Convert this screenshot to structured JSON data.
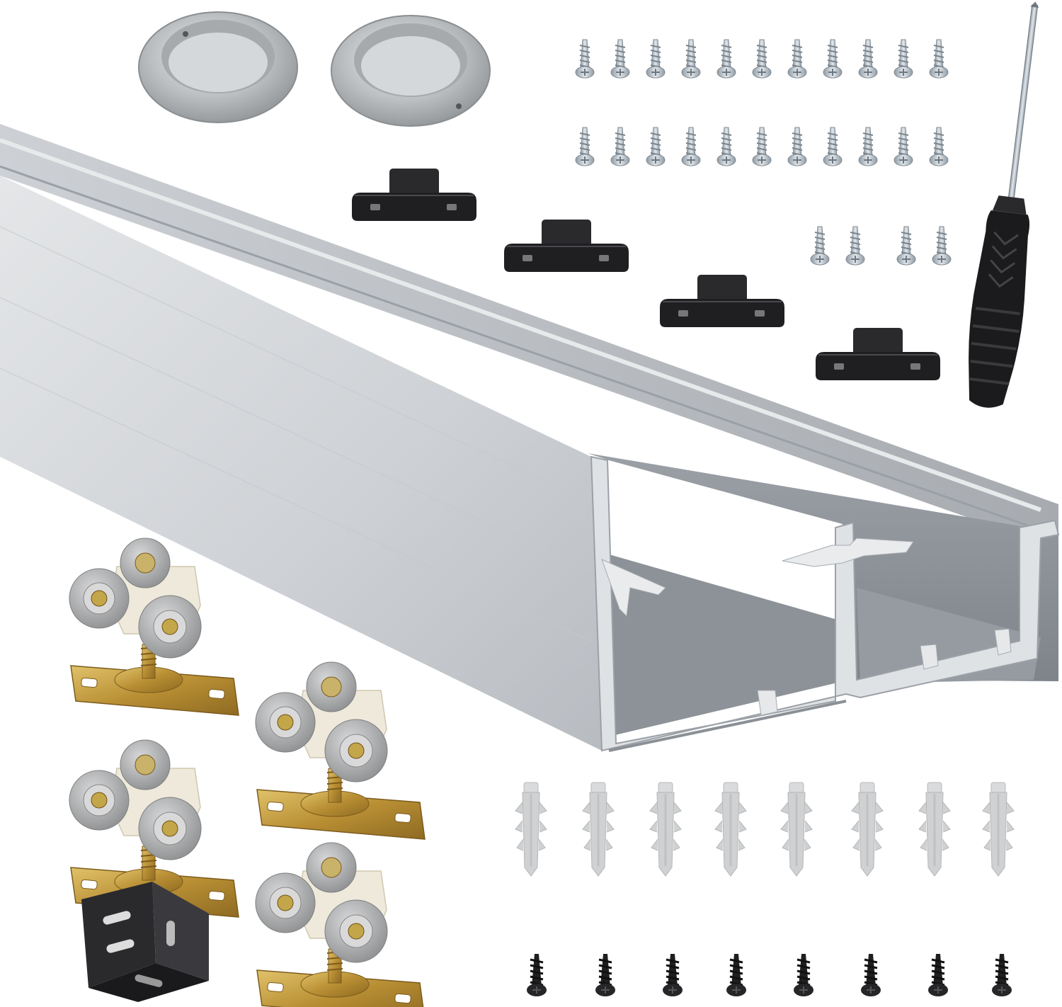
{
  "image": {
    "kind": "product-photo",
    "background": "#ffffff",
    "visible_text": ""
  },
  "colors": {
    "track_light": "#d9dcdf",
    "track_face": "#c7cbd0",
    "track_dark": "#8d9298",
    "track_shadow": "#6f747a",
    "black_plastic": "#1c1c1e",
    "zinc": "#b9c2c9",
    "steel": "#bfc3c6",
    "brass": "#c9a44a",
    "roller_gray": "#a9aaab",
    "nylon": "#eee9da",
    "anchor_gray": "#cfd1d2"
  },
  "parts": {
    "finger_pulls": 2,
    "door_guides": 4,
    "zinc_screws": 22,
    "small_screws": 4,
    "screwdrivers": 1,
    "roller_hangers": 4,
    "corner_brackets": 1,
    "wall_anchors": 8,
    "black_screws": 8,
    "track_profiles": 1
  },
  "icons": {
    "pull": "finger-pull-icon",
    "guide": "door-guide-icon",
    "screw": "screw-icon",
    "hanger": "roller-hanger-icon",
    "bracket": "corner-bracket-icon",
    "anchor": "wall-anchor-icon",
    "screwdriver": "screwdriver-icon",
    "track": "sliding-door-track"
  }
}
